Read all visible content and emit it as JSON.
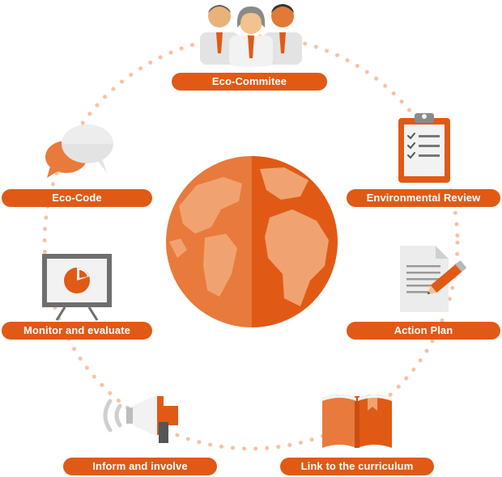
{
  "steps": [
    {
      "id": "eco-committee",
      "label": "Eco-Commitee",
      "icon": "people-icon"
    },
    {
      "id": "environmental-review",
      "label": "Environmental Review",
      "icon": "clipboard-checklist-icon"
    },
    {
      "id": "action-plan",
      "label": "Action Plan",
      "icon": "document-pencil-icon"
    },
    {
      "id": "link-to-curriculum",
      "label": "Link to the curriculum",
      "icon": "book-icon"
    },
    {
      "id": "inform-and-involve",
      "label": "Inform and involve",
      "icon": "megaphone-icon"
    },
    {
      "id": "monitor-and-evaluate",
      "label": "Monitor and evaluate",
      "icon": "presentation-chart-icon"
    },
    {
      "id": "eco-code",
      "label": "Eco-Code",
      "icon": "speech-bubbles-icon"
    }
  ],
  "center": {
    "icon": "globe-icon"
  },
  "colors": {
    "accent": "#E05A16",
    "globe_dark": "#E05A16",
    "globe_mid": "#E87A3C",
    "globe_light": "#F0A370",
    "dots": "#F5C3A3",
    "gray": "#D9D9D9"
  }
}
